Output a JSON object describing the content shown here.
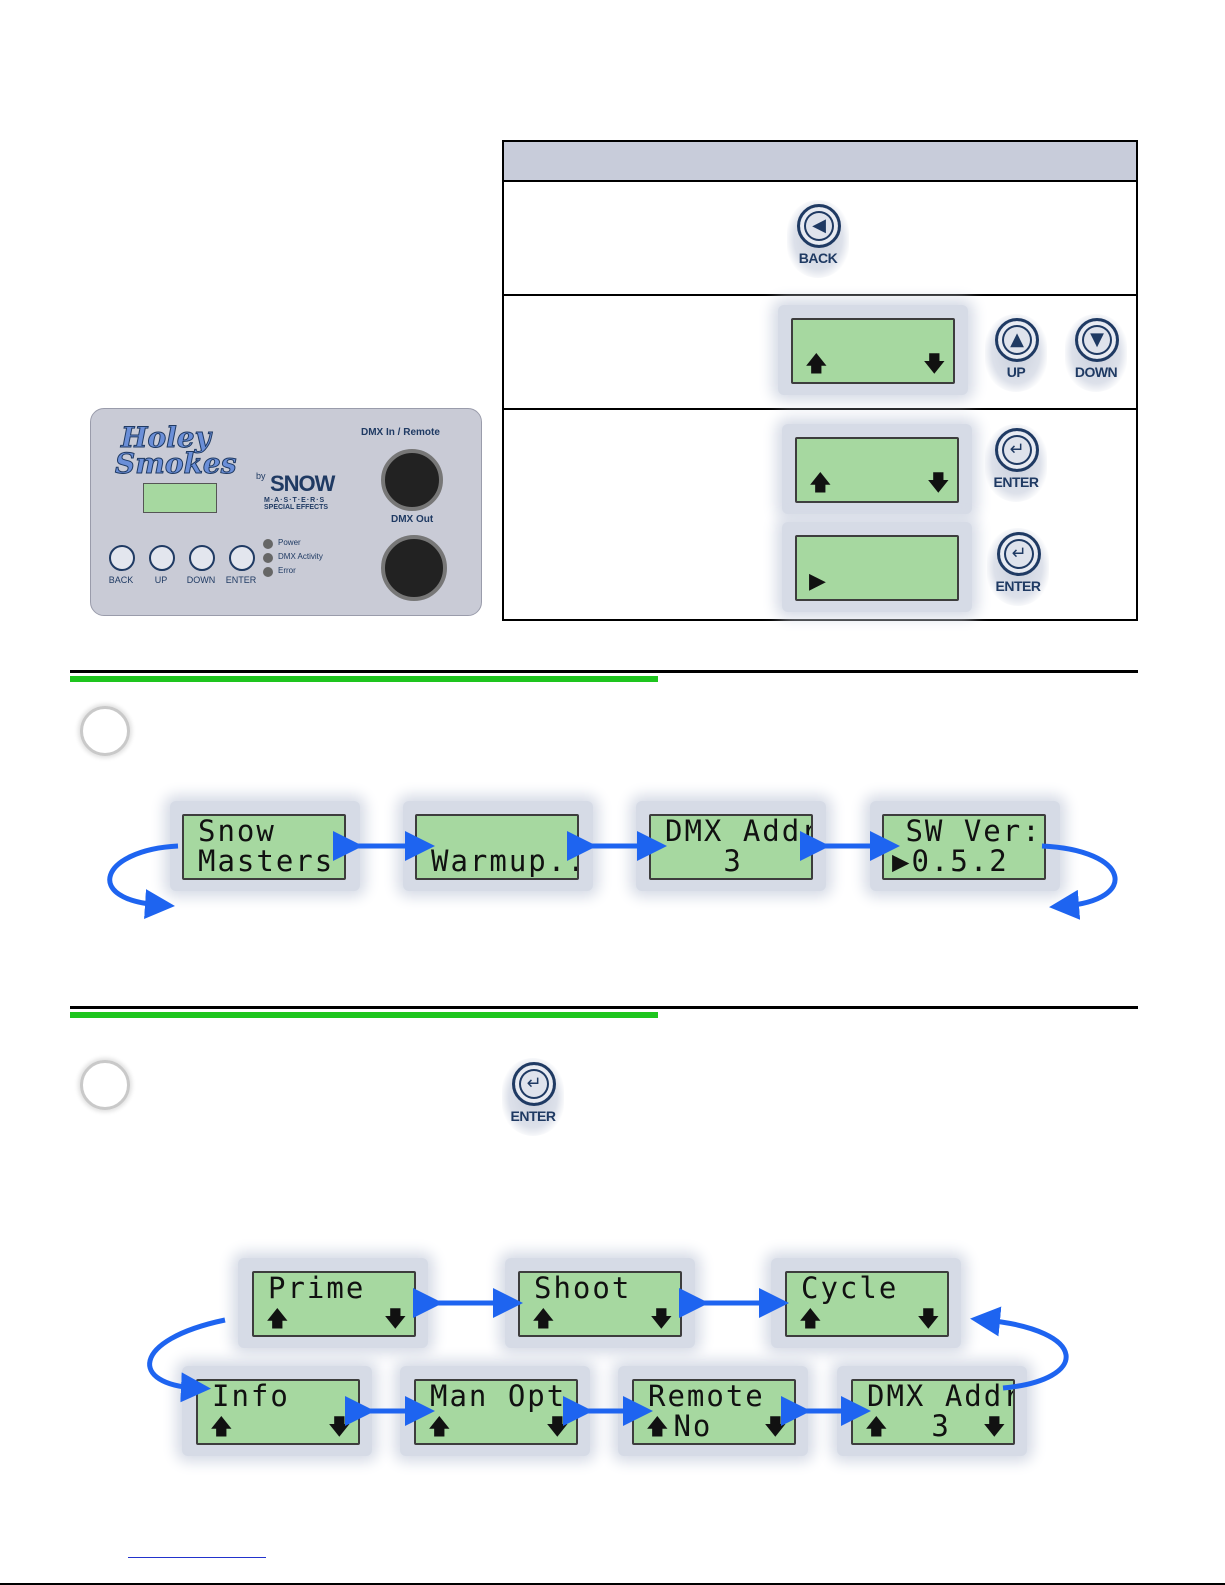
{
  "panel": {
    "logo_line1": "Holey",
    "logo_line2": "Smokes",
    "by": "by",
    "brand": "SNOW",
    "brand_sub": "M·A·S·T·E·R·S",
    "brand_tag": "SPECIAL EFFECTS",
    "dmx_in_label": "DMX In / Remote",
    "dmx_out_label": "DMX Out",
    "buttons": [
      "BACK",
      "UP",
      "DOWN",
      "ENTER"
    ],
    "leds": [
      "Power",
      "DMX Activity",
      "Error"
    ]
  },
  "buttons": {
    "back": "BACK",
    "up": "UP",
    "down": "DOWN",
    "enter": "ENTER"
  },
  "status_screens": [
    {
      "line1": "Snow",
      "line2": "Masters"
    },
    {
      "line1": "",
      "line2": "Warmup.."
    },
    {
      "line1": "DMX Addr",
      "line2": "   3"
    },
    {
      "line1": " SW Ver:",
      "line2": "▶0.5.2"
    }
  ],
  "menu_screens": [
    {
      "line1": "Prime",
      "line2": ""
    },
    {
      "line1": "Shoot",
      "line2": ""
    },
    {
      "line1": "Cycle",
      "line2": ""
    },
    {
      "line1": "Info",
      "line2": ""
    },
    {
      "line1": "Man Opt",
      "line2": ""
    },
    {
      "line1": "Remote",
      "line2": " No"
    },
    {
      "line1": "DMX Addr",
      "line2": "   3"
    }
  ],
  "glyphs": {
    "up_arrow": "🡅",
    "down_arrow": "🡇",
    "play": "▶",
    "back_glyph": "◀",
    "up_glyph": "▲",
    "down_glyph": "▼",
    "enter_glyph": "↵"
  },
  "colors": {
    "lcd_green": "#a6d8a0",
    "accent_blue": "#1e64f0",
    "rule_green": "#1ec51e",
    "navy": "#1f3a63"
  }
}
